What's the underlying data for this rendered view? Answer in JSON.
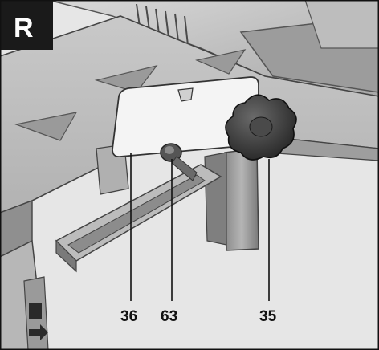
{
  "figure": {
    "badge": "R",
    "callouts": [
      {
        "id": "part-36",
        "label": "36"
      },
      {
        "id": "part-63",
        "label": "63"
      },
      {
        "id": "part-35",
        "label": "35"
      }
    ]
  },
  "colors": {
    "badge_bg": "#1a1a1a",
    "table_surface": "#d6d6d6",
    "shadow": "#9a9a9a",
    "plate": "#f4f4f4",
    "knob": "#3a3a3a",
    "leader": "#111111"
  },
  "icons": [
    "triangle-marker-icon",
    "arrow-icon"
  ]
}
